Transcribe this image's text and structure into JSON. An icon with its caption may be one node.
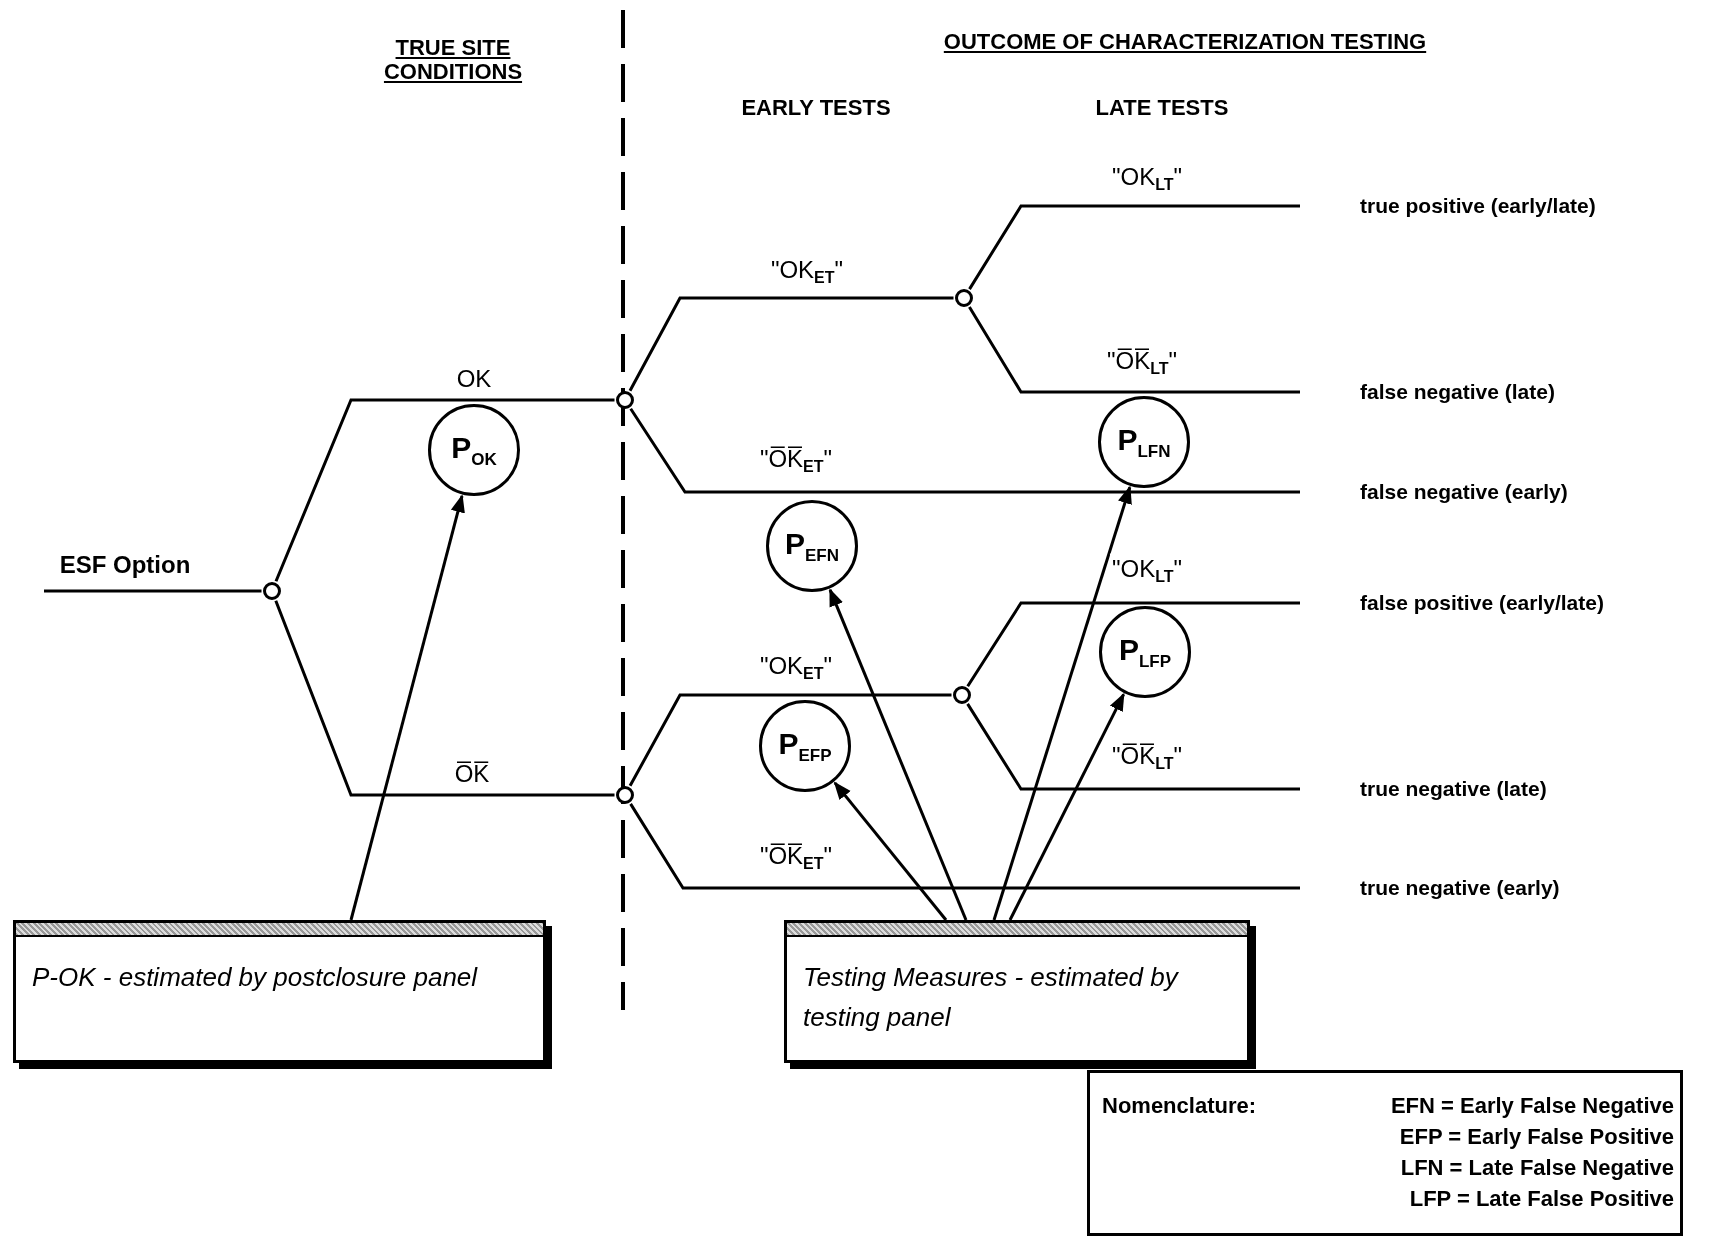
{
  "diagram": {
    "nodes": [
      {
        "text": [],
        "shape": "circle"
      },
      {
        "text": [],
        "shape": "circle"
      },
      {
        "text": [],
        "shape": "circle"
      },
      {
        "text": [],
        "shape": "circle"
      },
      {
        "text": [],
        "shape": "circle"
      },
      {
        "text": [
          "P$_{OK}$"
        ]
      },
      {
        "text": [
          "P$_{EFN}$"
        ]
      },
      {
        "text": [
          "P$_{EFP}$"
        ]
      },
      {
        "text": [
          "P$_{LFN}$"
        ]
      },
      {
        "text": [
          "P$_{LFP}$"
        ]
      },
      {
        "text": [
          "true positive (early/late)"
        ]
      },
      {
        "text": [
          "false negative (late)"
        ]
      },
      {
        "text": [
          "false negative (early)"
        ]
      },
      {
        "text": [
          "false positive (early/late)"
        ]
      },
      {
        "text": [
          "true negative (late)"
        ]
      },
      {
        "text": [
          "true negative (early)"
        ]
      },
      {
        "text": [
          "P-OK - estimated by postclosure panel"
        ]
      },
      {
        "text": [
          "Testing Measures - estimated by testing panel"
        ]
      },
      {
        "text": [
          "Nomenclature:",
          "EFN = Early False Negative",
          "EFP = Early False Positive",
          "LFN = Late False Negative",
          "LFP = Late False Positive"
        ]
      }
    ],
    "edges": [
      {
        "from": null,
        "to": 0,
        "arrow": "none",
        "label": "ESF Option"
      },
      {
        "from": 0,
        "to": 1,
        "arrow": "none",
        "label": "OK"
      },
      {
        "from": 0,
        "to": 2,
        "arrow": "none",
        "label": "O̅K̅"
      },
      {
        "from": 1,
        "to": 3,
        "arrow": "none",
        "label": "\"OK$_{ET}$\""
      },
      {
        "from": 1,
        "to": 12,
        "arrow": "none",
        "label": "\"O̅K̅$_{ET}$\""
      },
      {
        "from": 2,
        "to": 4,
        "arrow": "none",
        "label": "\"OK$_{ET}$\""
      },
      {
        "from": 2,
        "to": 15,
        "arrow": "none",
        "label": "\"O̅K̅$_{ET}$\""
      },
      {
        "from": 3,
        "to": 10,
        "arrow": "none",
        "label": "\"OK$_{LT}$\""
      },
      {
        "from": 3,
        "to": 11,
        "arrow": "none",
        "label": "\"O̅K̅$_{LT}$\""
      },
      {
        "from": 4,
        "to": 13,
        "arrow": "none",
        "label": "\"OK$_{LT}$\""
      },
      {
        "from": 4,
        "to": 14,
        "arrow": "none",
        "label": "\"O̅K̅$_{LT}$\""
      },
      {
        "from": 16,
        "to": 5,
        "arrow": "to"
      },
      {
        "from": 17,
        "to": 6,
        "arrow": "to"
      },
      {
        "from": 17,
        "to": 7,
        "arrow": "to"
      },
      {
        "from": 17,
        "to": 8,
        "arrow": "to"
      },
      {
        "from": 17,
        "to": 9,
        "arrow": "to"
      }
    ],
    "labels": [
      "TRUE SITE CONDITIONS",
      "OUTCOME OF CHARACTERIZATION TESTING",
      "EARLY TESTS",
      "LATE TESTS"
    ]
  }
}
